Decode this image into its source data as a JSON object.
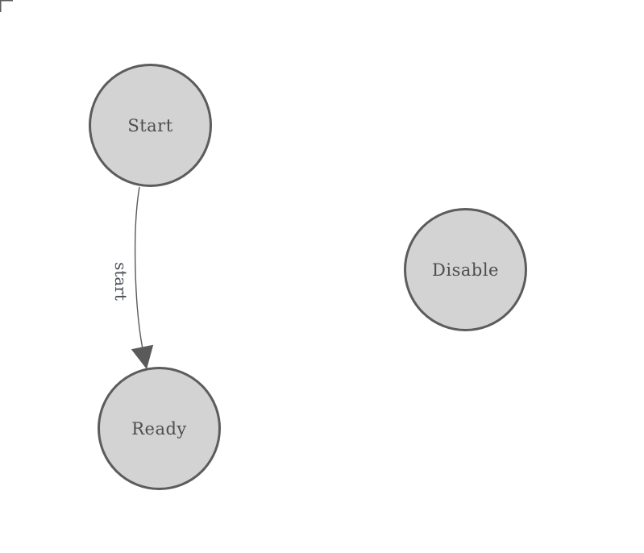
{
  "diagram": {
    "kind": "state-machine",
    "background_color": "#ffffff",
    "corner_mark": {
      "icon": "canvas-origin-corner-icon",
      "color": "#5c5c5c"
    },
    "style": {
      "node_fill": "#d3d3d3",
      "node_stroke": "#5c5c5c",
      "node_text_color": "#4d4d4d",
      "edge_color": "#5a5a5a",
      "edge_label_color": "#4a5058"
    },
    "nodes": [
      {
        "id": "start",
        "label": "Start"
      },
      {
        "id": "ready",
        "label": "Ready"
      },
      {
        "id": "disable",
        "label": "Disable"
      }
    ],
    "edges": [
      {
        "from": "Start",
        "to": "Ready",
        "label": "start",
        "arrowhead": "filled-triangle"
      }
    ]
  }
}
